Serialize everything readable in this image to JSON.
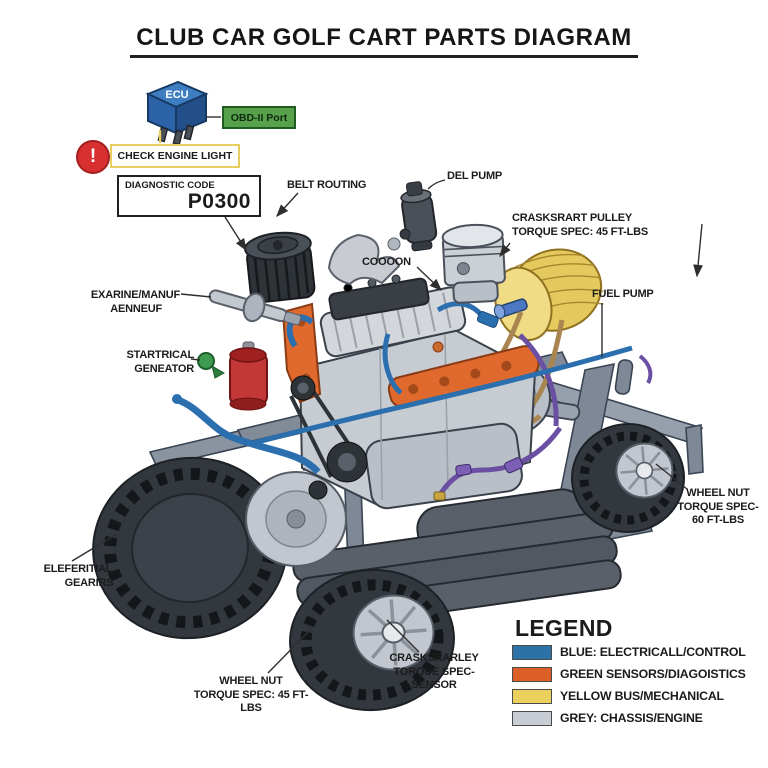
{
  "title": "CLUB CAR GOLF CART PARTS DIAGRAM",
  "top_left": {
    "ecu": "ECU",
    "obd_port": "OBD-II Port",
    "alert_glyph": "!",
    "check_engine": "CHECK ENGINE LIGHT",
    "diagnostic_title": "DIAGNOSTIC CODE",
    "diagnostic_code": "P0300"
  },
  "part_labels": {
    "belt_routing": "BELT ROUTING",
    "del_pump": "DEL PUMP",
    "crank_pulley_line1": "CRASKSRART PULLEY",
    "crank_pulley_line2": "TORQUE SPEC: 45 FT-LBS",
    "cooon": "COOOON",
    "fuel_pump": "FUEL PUMP",
    "exarine_line1": "EXARINE/MANUF",
    "exarine_line2": "AENNEUF",
    "startrical_line1": "STARTRICAL",
    "startrical_line2": "GENEATOR",
    "wheel_nut_right_line1": "WHEEL NUT",
    "wheel_nut_right_line2": "TORQUE SPEC-",
    "wheel_nut_right_line3": "60 FT-LBS",
    "differential_line1": "ELEFERITIAL",
    "differential_line2": "GEARIRS",
    "wheel_nut_bottom_line1": "WHEEL NUT",
    "wheel_nut_bottom_line2": "TORQUE SPEC: 45 FT-LBS",
    "crank_sensor_line1": "CRASKSRARLEY",
    "crank_sensor_line2": "TORQUE SPEC-",
    "crank_sensor_line3": "SENSOR"
  },
  "legend": {
    "title": "LEGEND",
    "items": [
      {
        "color": "#2d72a7",
        "label": "BLUE: ELECTRICALL/CONTROL"
      },
      {
        "color": "#dd5f28",
        "label": "GREEN SENSORS/DIAGOISTICS"
      },
      {
        "color": "#ecd05e",
        "label": "YELLOW BUS/MECHANICAL"
      },
      {
        "color": "#c8cdd5",
        "label": "GREY: CHASSIS/ENGINE"
      }
    ]
  },
  "colors": {
    "ecu_blue": "#2B62A8",
    "obd_green": "#57A04C",
    "alert_red": "#D83030",
    "hose_blue": "#2B6FAF",
    "sensor_orange": "#E0692E",
    "drum_yellow": "#E4C95F",
    "harness_purple": "#6A4FA3",
    "frame_grey": "#8A94A1",
    "coil_red": "#C43737"
  }
}
